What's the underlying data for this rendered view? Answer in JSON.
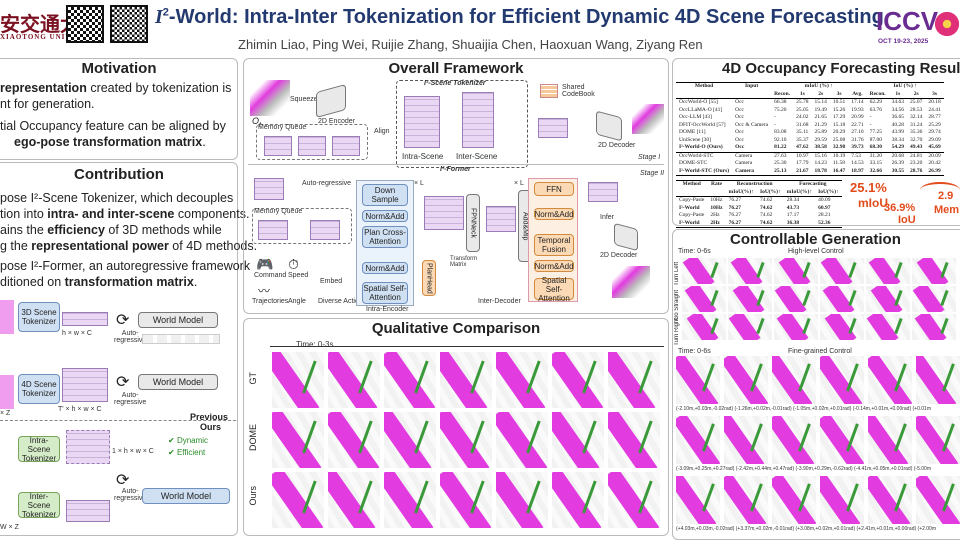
{
  "header": {
    "title_sup": "2",
    "title_i": "I",
    "title_rest": "-World: Intra-Inter Tokenization for Efficient Dynamic 4D Scene Forecasting",
    "authors": "Zhimin Liao, Ping Wei, Ruijie Zhang, Shuaijia Chen, Haoxuan Wang, Ziyang Ren",
    "uni_cn": "安交通大学",
    "uni_en": "XIAOTONG UNIVERSITY",
    "conf_logo": "ICCV",
    "conf_date": "OCT 19-23, 2025"
  },
  "motivation": {
    "heading": "Motivation",
    "line1_bold": "representation",
    "line1_rest": " created by tokenization is",
    "line2": "nt for generation.",
    "line3": "tial Occupancy feature can be aligned by",
    "line4_bold": "ego-pose transformation matrix",
    "line4_end": "."
  },
  "contribution": {
    "heading": "Contribution",
    "l1": "pose I²-Scene Tokenizer, which decouples",
    "l2a": "tion into ",
    "l2b": "intra- and inter-scene",
    "l2c": " components.",
    "l3a": "ains the ",
    "l3b": "efficiency",
    "l3c": " of 3D methods while",
    "l4a": "g the ",
    "l4b": "representational power",
    "l4c": " of 4D methods.",
    "l5": "pose I²-Former, an autoregressive framework",
    "l6a": "ditioned on ",
    "l6b": "transformation matrix",
    "l6c": ".",
    "tok3d": "3D Scene\nTokenizer",
    "tok4d": "4D Scene\nTokenizer",
    "tok_intra": "Intra-Scene\nTokenizer",
    "tok_inter": "Inter-Scene\nTokenizer",
    "world_model": "World Model",
    "autoreg": "Auto-\nregressive",
    "dim3d": "h × w × C",
    "dim4d": "T' × h × w × C",
    "dim_inter": "1 × h × w × C",
    "dim_wz": "W × Z",
    "dim_xz": "× Z",
    "previous": "Previous",
    "ours": "Ours",
    "dynamic": "Dynamic",
    "efficient": "Efficient"
  },
  "framework": {
    "heading": "Overall Framework",
    "scene_tok": "I²-Scene Tokenizer",
    "former": "I²-Former",
    "stage1": "Stage I",
    "stage2": "Stage II",
    "memory_queue": "Memory Queue",
    "encoder2d": "2D Encoder",
    "decoder2d": "2D Decoder",
    "squeeze": "Squeeze",
    "align": "Align",
    "intra_scene": "Intra-Scene",
    "inter_scene": "Inter-Scene",
    "shared_codebook": "Shared\nCodeBook",
    "autoregressive": "Auto-regressive",
    "down_sample": "Down\nSample",
    "norm_add": "Norm&Add",
    "plan_cross": "Plan Cross-\nAttention",
    "spatial_self": "Spatial Self-\nAttention",
    "temporal_fusion": "Temporal\nFusion",
    "ffn": "FFN",
    "fpnneck": "FPNNeck",
    "addmlp": "Add&Mlp",
    "planhead": "PlanHead",
    "transform_matrix": "Transform\nMatrix",
    "intra_encoder": "Intra-Encoder",
    "inter_decoder": "Inter-Decoder",
    "command": "Command",
    "speed": "Speed",
    "embed": "Embed",
    "trajectories": "Trajectories",
    "angle": "Angle",
    "diverse_action": "Diverse Action",
    "infer": "Infer",
    "xL": "× L"
  },
  "qualitative": {
    "heading": "Qualitative Comparison",
    "time": "Time: 0-3s",
    "rows": [
      "GT",
      "DOME",
      "Ours"
    ]
  },
  "results": {
    "heading": "4D Occupancy Forecasting Results",
    "cols": [
      "Method",
      "Input",
      "Recon.",
      "1s",
      "2s",
      "3s",
      "Avg.",
      "Recon.",
      "1s",
      "2s",
      "3s"
    ],
    "group1": "mIoU (%) ↑",
    "group2": "IoU (%) ↑",
    "rows": [
      [
        "OccWorld-O [55]",
        "Occ",
        "66.38",
        "25.78",
        "15.14",
        "10.51",
        "17.14",
        "62.29",
        "34.63",
        "25.07",
        "20.18"
      ],
      [
        "OccLLaMA-O [41]",
        "Occ",
        "75.20",
        "25.05",
        "19.49",
        "15.26",
        "19.93",
        "63.76",
        "34.56",
        "28.53",
        "24.41"
      ],
      [
        "Occ-LLM [43]",
        "Occ",
        "-",
        "24.02",
        "21.65",
        "17.29",
        "20.99",
        "-",
        "36.65",
        "32.14",
        "28.77"
      ],
      [
        "DFIT-OccWorld [57]",
        "Occ & Camera",
        "-",
        "31.68",
        "21.29",
        "15.18",
        "22.71",
        "-",
        "40.28",
        "31.24",
        "25.29"
      ],
      [
        "DOME [11]",
        "Occ",
        "83.08",
        "35.11",
        "25.89",
        "20.29",
        "27.10",
        "77.25",
        "43.99",
        "35.36",
        "29.74"
      ],
      [
        "UniScene [30]",
        "Occ",
        "92.10",
        "35.37",
        "29.59",
        "25.08",
        "31.76",
        "87.00",
        "38.34",
        "32.70",
        "29.09"
      ],
      [
        "I²-World-O (Ours)",
        "Occ",
        "81.22",
        "47.62",
        "38.58",
        "32.98",
        "39.73",
        "68.30",
        "54.29",
        "49.43",
        "45.69"
      ]
    ],
    "rows2": [
      [
        "OccWorld-STC",
        "Camera",
        "27.63",
        "10.97",
        "15.16",
        "10.19",
        "7.53",
        "31.20",
        "20.68",
        "24.81",
        "20.09"
      ],
      [
        "DOME-STC",
        "Camera",
        "25.30",
        "17.79",
        "14.23",
        "11.58",
        "14.53",
        "33.15",
        "26.39",
        "23.20",
        "20.42"
      ],
      [
        "I²-World-STC (Ours)",
        "Camera",
        "25.13",
        "21.67",
        "18.78",
        "16.47",
        "18.97",
        "32.66",
        "30.55",
        "28.76",
        "26.99"
      ]
    ],
    "eff_cols": [
      "Method",
      "Rate",
      "mIoU(%)↑",
      "IoU(%)↑",
      "mIoU(%)↑",
      "IoU(%)↑"
    ],
    "eff_groups": [
      "Reconstruction",
      "Forecasting"
    ],
    "eff_rows": [
      [
        "Copy-Paste",
        "10Hz",
        "76.27",
        "74.62",
        "28.34",
        "40.09"
      ],
      [
        "I²-World",
        "10Hz",
        "76.27",
        "74.62",
        "43.73",
        "60.97"
      ],
      [
        "Copy-Paste",
        "2Hz",
        "76.27",
        "74.62",
        "17.17",
        "28.21"
      ],
      [
        "I²-World",
        "2Hz",
        "76.27",
        "74.62",
        "36.38",
        "52.36"
      ]
    ],
    "stat1_value": "25.1%",
    "stat1_label": "mIoU",
    "stat2_value": "36.9%",
    "stat2_label": "IoU",
    "stat3_value": "2.9",
    "stat3_label": "Mem"
  },
  "controllable": {
    "heading": "Controllable Generation",
    "time": "Time: 0-6s",
    "high_level": "High-level Control",
    "fine_grained": "Fine-grained Control",
    "row_labels": [
      "Turn Left",
      "Go Straight",
      "Turn Right"
    ],
    "caption1": "(-2.10m,+0.03m,-0.02rad) (-1.26m,+0.02m,-0.01rad) (-1.05m,+0.02m,+0.01rad) (-0.14m,+0.01m,+0.00rad) (+0.01m",
    "caption2": "(-3.09m,+0.25m,+0.27rad) (-2.42m,+0.44m,+0.47rad) (-3.90m,+0.29m,-0.62rad) (-4.41m,+0.05m,+0.01rad) (-5.00m",
    "caption3": "(+4.03m,+0.03m,-0.02rad) (+3.37m,+0.02m,-0.01rad) (+3.08m,+0.02m,+0.01rad) (+2.41m,+0.01m,+0.00rad) (+2.00m"
  },
  "colors": {
    "title": "#233a70",
    "accent": "#e24b1b",
    "magenta": "#e23ce0",
    "green": "#3a9a3a"
  }
}
